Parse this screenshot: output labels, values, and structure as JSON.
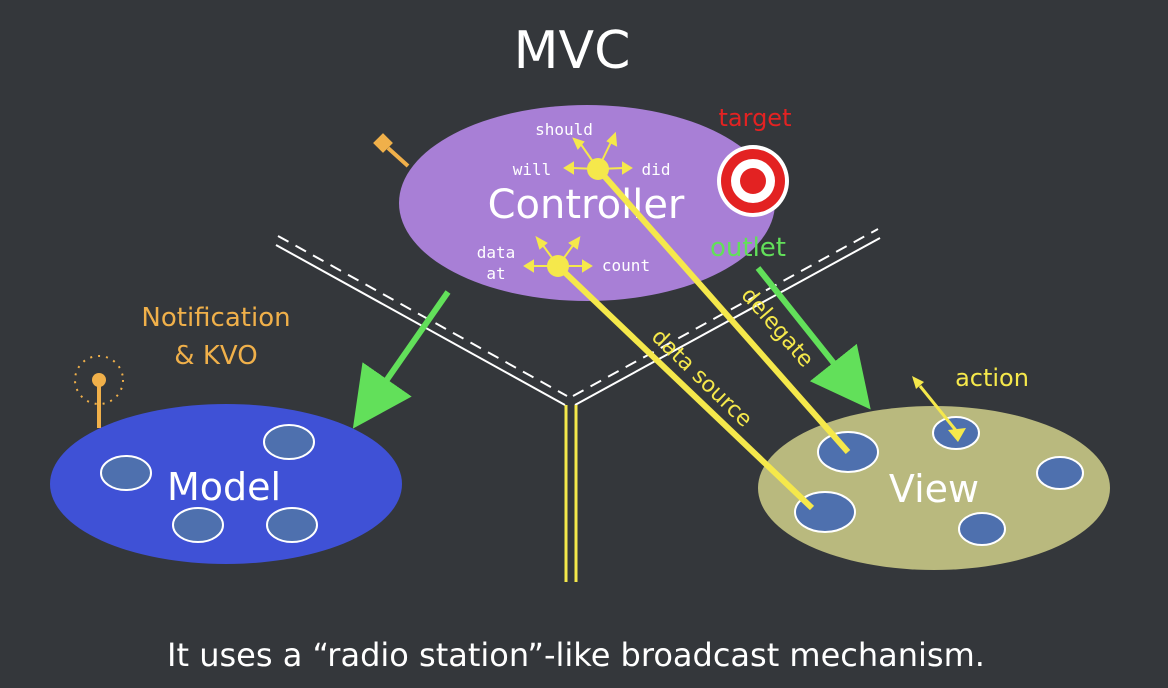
{
  "title": "MVC",
  "caption": "It uses a “radio station”-like broadcast mechanism.",
  "controller": {
    "label": "Controller",
    "delegate_words": {
      "should": "should",
      "will": "will",
      "did": "did"
    },
    "datasource_words": {
      "data_at_line1": "data",
      "data_at_line2": "at",
      "count": "count"
    }
  },
  "model": {
    "label": "Model"
  },
  "view": {
    "label": "View"
  },
  "labels": {
    "target": "target",
    "outlet": "outlet",
    "delegate": "delegate",
    "data_source": "data source",
    "action": "action",
    "notification_line1": "Notification",
    "notification_line2": "& KVO"
  },
  "colors": {
    "background": "#34373b",
    "controller": "#a87fd6",
    "model": "#3f51d6",
    "view": "#b9b97e",
    "yellow": "#f5e84b",
    "green": "#62e05a",
    "orange": "#f0b04a",
    "red": "#e32222",
    "bubble": "#4e70ae"
  }
}
